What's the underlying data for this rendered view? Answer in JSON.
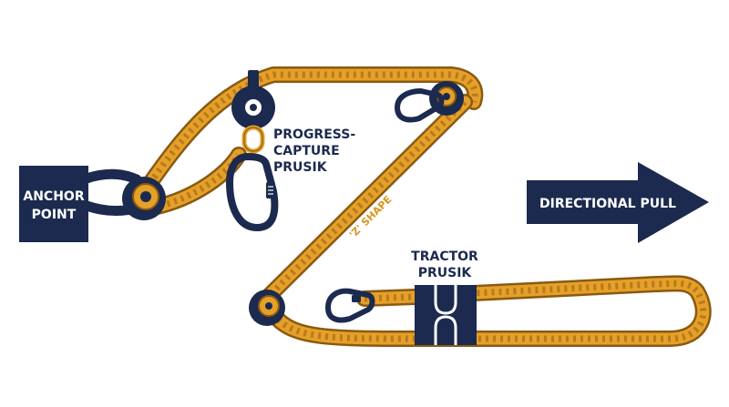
{
  "labels": {
    "anchor_line1": "ANCHOR",
    "anchor_line2": "POINT",
    "progress_line1": "PROGRESS-",
    "progress_line2": "CAPTURE",
    "progress_line3": "PRUSIK",
    "tractor_line1": "TRACTOR",
    "tractor_line2": "PRUSIK",
    "z_shape": "'Z' SHAPE",
    "directional_pull": "DIRECTIONAL PULL"
  },
  "icons": {
    "anchor_pulley": "pulley-icon",
    "top_pulley": "pulley-icon",
    "right_pulley": "pulley-icon",
    "bottom_pulley": "pulley-icon",
    "carabiner_large": "carabiner-icon",
    "carabiner_right": "carabiner-icon",
    "carabiner_bottom": "carabiner-icon",
    "tractor_block": "prusik-block-icon",
    "arrow": "arrow-right-icon"
  },
  "colors": {
    "navy": "#1b2a4e",
    "rope": "#e5a02a",
    "rope_dark": "#8a5a10",
    "label_orange": "#d9951f"
  }
}
